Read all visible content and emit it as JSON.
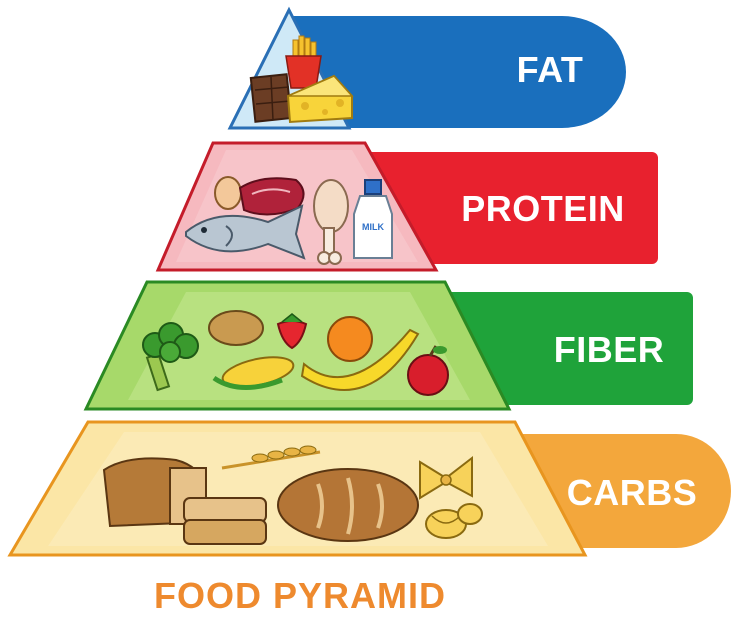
{
  "tiers": [
    {
      "key": "fat",
      "label": "FAT",
      "color": "#1a6fbd",
      "items": [
        "french-fries",
        "chocolate-bar",
        "cheese-wedge"
      ]
    },
    {
      "key": "protein",
      "label": "PROTEIN",
      "color": "#e8212e",
      "items": [
        "egg",
        "raw-steak",
        "chicken-drumstick",
        "milk-bottle",
        "fish"
      ]
    },
    {
      "key": "fiber",
      "label": "FIBER",
      "color": "#1fa33a",
      "items": [
        "broccoli",
        "potato",
        "strawberry",
        "orange",
        "banana",
        "corn",
        "apple"
      ]
    },
    {
      "key": "carbs",
      "label": "CARBS",
      "color": "#f3a73c",
      "items": [
        "bread-loaf",
        "sliced-bread",
        "wheat-stalk",
        "round-bread",
        "bowtie-pasta",
        "rotini-pasta"
      ]
    }
  ],
  "milk_label": "MILK",
  "caption": "FOOD PYRAMID",
  "colors": {
    "caption": "#ee8a2e",
    "fat": "#1a6fbd",
    "protein": "#e8212e",
    "fiber": "#1fa33a",
    "carbs": "#f3a73c"
  }
}
